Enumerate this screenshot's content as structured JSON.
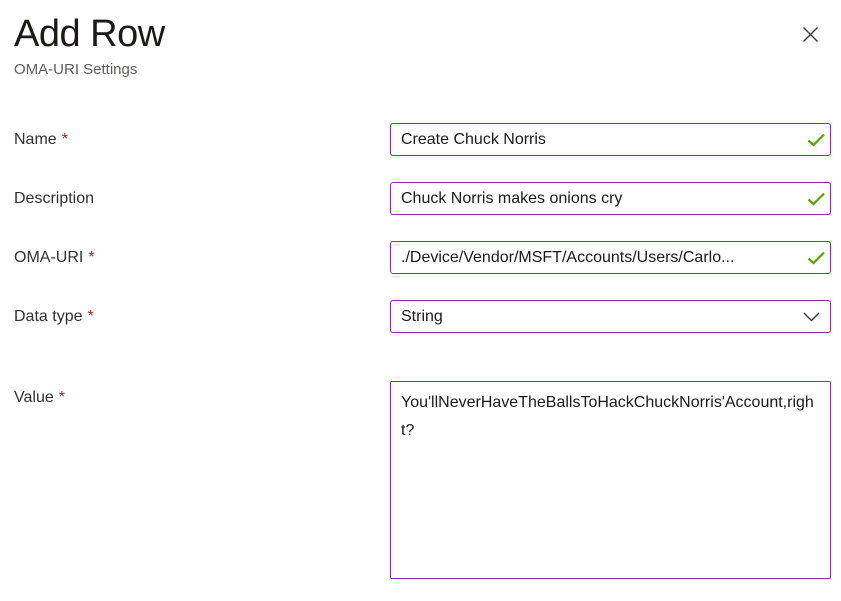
{
  "dialog": {
    "title": "Add Row",
    "subtitle": "OMA-URI Settings"
  },
  "colors": {
    "input_border_dirty": "#8a2da5",
    "valid_check_green": "#57a300",
    "required_asterisk_red": "#a4262c",
    "label_text": "#323130",
    "subtitle_text": "#605e5c",
    "title_text": "#1b1a19"
  },
  "icons": {
    "close": "x-mark",
    "valid": "green-checkmark",
    "dropdown": "chevron-down"
  },
  "fields": {
    "name": {
      "label": "Name",
      "required_marker": "*",
      "value": "Create Chuck Norris",
      "valid": true
    },
    "description": {
      "label": "Description",
      "value": "Chuck Norris makes onions cry",
      "valid": true
    },
    "oma_uri": {
      "label": "OMA-URI",
      "required_marker": "*",
      "value": "./Device/Vendor/MSFT/Accounts/Users/Carlo...",
      "valid": true
    },
    "data_type": {
      "label": "Data type",
      "required_marker": "*",
      "value": "String",
      "type": "dropdown"
    },
    "value": {
      "label": "Value",
      "required_marker": "*",
      "value": "You'llNeverHaveTheBallsToHackChuckNorris'Account,right?"
    }
  }
}
